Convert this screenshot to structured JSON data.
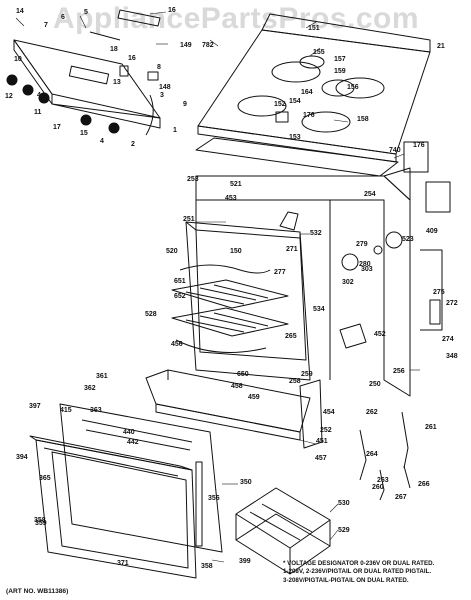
{
  "watermark": "AppliancePartsPros.com",
  "art_number": "(ART NO. WB11386)",
  "notes": [
    "* VOLTAGE DESIGNATOR 0-236V OR DUAL RATED.",
    "1-208V, 2-236V/PIGTAIL OR DUAL RATED PIGTAIL.",
    "3-208V/PIGTAIL-PIGTAIL ON DUAL RATED."
  ],
  "part_labels": [
    "1",
    "2",
    "3",
    "4",
    "4",
    "5",
    "6",
    "7",
    "8",
    "9",
    "10",
    "11",
    "12",
    "13",
    "14",
    "15",
    "16",
    "16",
    "17",
    "18",
    "21",
    "148",
    "149",
    "150",
    "151",
    "152",
    "153",
    "154",
    "155",
    "156",
    "157",
    "158",
    "159",
    "164",
    "176",
    "176",
    "250",
    "251",
    "252",
    "253",
    "254",
    "256",
    "258",
    "259",
    "260",
    "261",
    "262",
    "263",
    "264",
    "265",
    "266",
    "267",
    "271",
    "272",
    "274",
    "275",
    "277",
    "279",
    "280",
    "302",
    "303",
    "348",
    "350",
    "356",
    "358",
    "358",
    "359",
    "361",
    "362",
    "363",
    "365",
    "371",
    "394",
    "397",
    "399",
    "409",
    "415",
    "440",
    "442",
    "451",
    "452",
    "453",
    "454",
    "456",
    "457",
    "458",
    "459",
    "520",
    "521",
    "523",
    "528",
    "529",
    "530",
    "532",
    "534",
    "650",
    "651",
    "652",
    "740",
    "782"
  ]
}
